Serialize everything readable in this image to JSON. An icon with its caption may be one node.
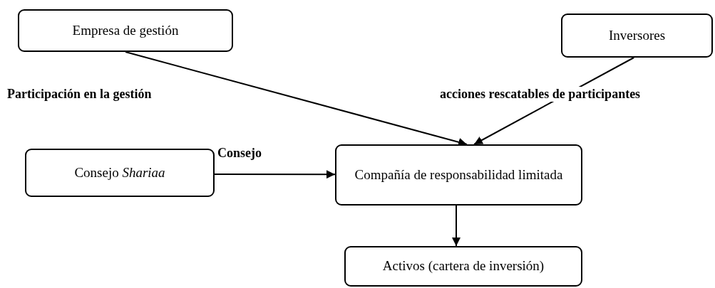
{
  "diagram": {
    "nodes": [
      {
        "text": [
          "Empresa de gestión"
        ]
      },
      {
        "text": [
          "Inversores"
        ]
      },
      {
        "text": [
          "Compañía de responsabilidad limitada"
        ]
      },
      {
        "text": [
          "Consejo *Shariaa*"
        ]
      },
      {
        "text": [
          "Activos (cartera de inversión)"
        ]
      }
    ],
    "edges": [
      {
        "from": 0,
        "to": 2,
        "arrow": "to"
      },
      {
        "from": 1,
        "to": 2,
        "arrow": "to"
      },
      {
        "from": 3,
        "to": 2,
        "arrow": "to",
        "label": "Consejo"
      },
      {
        "from": 2,
        "to": 4,
        "arrow": "to"
      }
    ],
    "labels": [
      "Participación en la gestión",
      "acciones rescatables de participantes"
    ]
  }
}
